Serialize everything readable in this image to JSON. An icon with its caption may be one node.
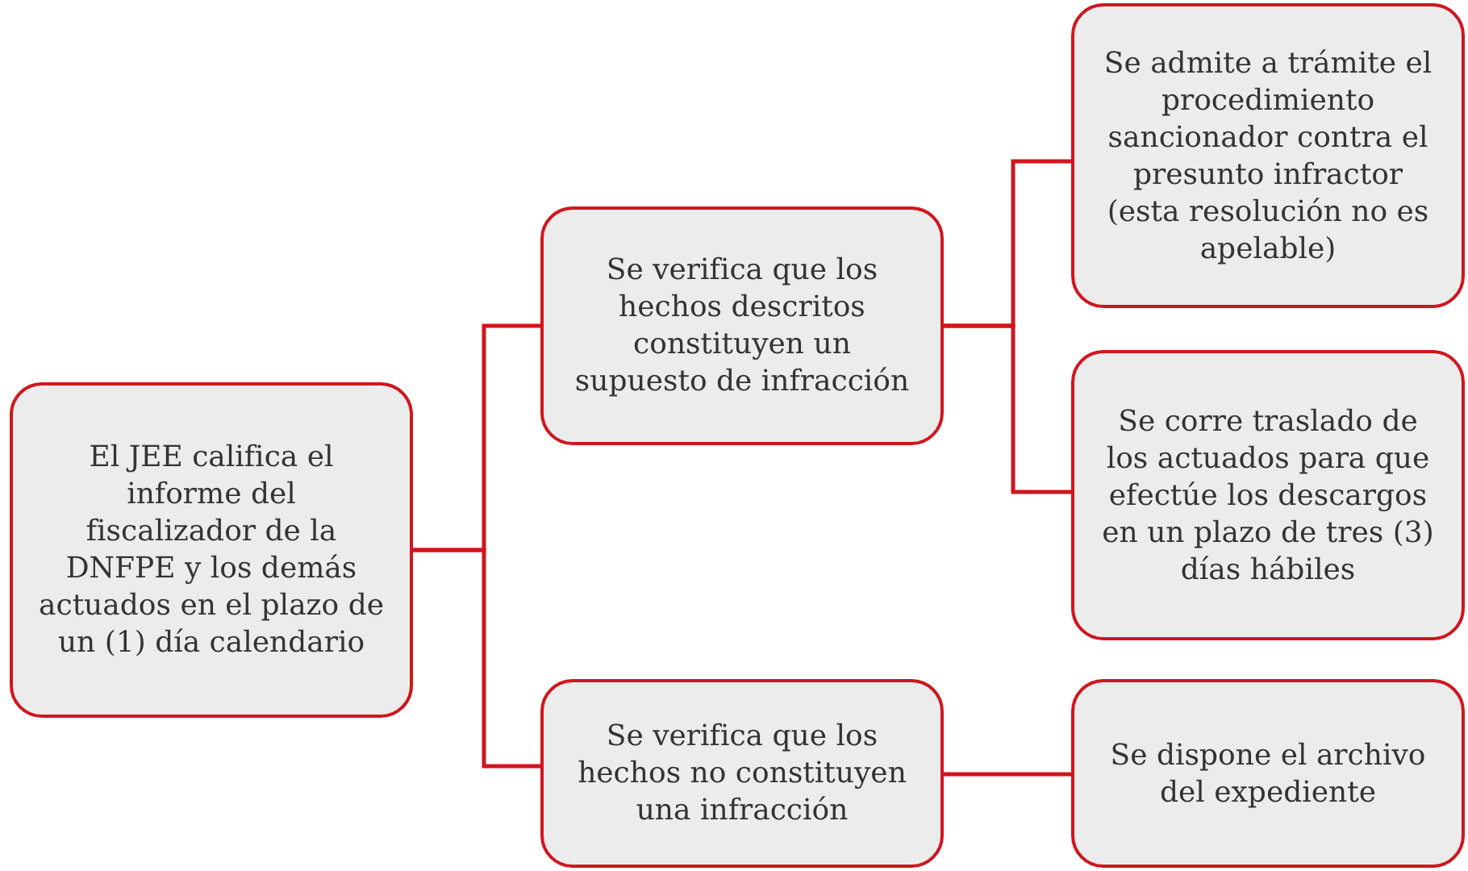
{
  "diagram": {
    "nodes": [
      {
        "text": [
          "El JEE califica el informe del fiscalizador de la DNFPE y los demás actuados en el plazo de un (1) día calendario"
        ]
      },
      {
        "text": [
          "Se verifica que los hechos descritos constituyen un supuesto de infracción"
        ]
      },
      {
        "text": [
          "Se verifica que los hechos no constituyen una infracción"
        ]
      },
      {
        "text": [
          "Se admite a trámite el procedimiento sancionador contra el presunto infractor (esta resolución no es apelable)"
        ]
      },
      {
        "text": [
          "Se corre traslado de los actuados para que efectúe los descargos en un plazo de tres (3) días hábiles"
        ]
      },
      {
        "text": [
          "Se dispone el archivo del expediente"
        ]
      }
    ],
    "edges": [
      {
        "from": 0,
        "to": 1,
        "arrow": "none"
      },
      {
        "from": 0,
        "to": 2,
        "arrow": "none"
      },
      {
        "from": 1,
        "to": 3,
        "arrow": "none"
      },
      {
        "from": 1,
        "to": 4,
        "arrow": "none"
      },
      {
        "from": 2,
        "to": 5,
        "arrow": "none"
      }
    ]
  }
}
